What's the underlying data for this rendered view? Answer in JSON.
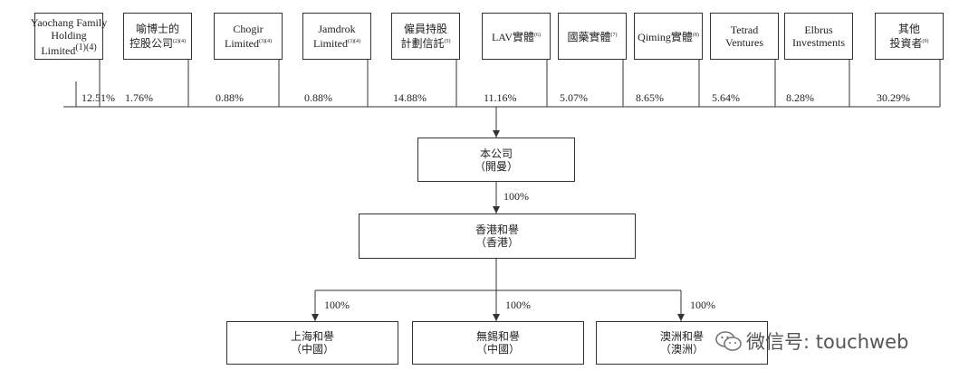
{
  "shareholders": [
    {
      "l1": "Yaochang Family",
      "l2": "Holding",
      "l3": "Limited",
      "note": "(1)(4)",
      "pct": "12.51%"
    },
    {
      "l1": "喻博士的",
      "l2": "控股公司",
      "note": "(2)(4)",
      "pct": "1.76%"
    },
    {
      "l1": "Chogir",
      "l2": "Limited",
      "note": "(3)(4)",
      "pct": "0.88%"
    },
    {
      "l1": "Jamdrok",
      "l2": "Limited",
      "note": "(3)(4)",
      "pct": "0.88%"
    },
    {
      "l1": "僱員持股",
      "l2": "計劃信託",
      "note": "(5)",
      "pct": "14.88%"
    },
    {
      "l1": "LAV實體",
      "l2": "",
      "note": "(6)",
      "pct": "11.16%"
    },
    {
      "l1": "國藥實體",
      "l2": "",
      "note": "(7)",
      "pct": "5.07%"
    },
    {
      "l1": "Qiming實體",
      "l2": "",
      "note": "(8)",
      "pct": "8.65%"
    },
    {
      "l1": "Tetrad",
      "l2": "Ventures",
      "note": "",
      "pct": "5.64%"
    },
    {
      "l1": "Elbrus",
      "l2": "Investments",
      "note": "",
      "pct": "8.28%"
    },
    {
      "l1": "其他",
      "l2": "投資者",
      "note": "(9)",
      "pct": "30.29%"
    }
  ],
  "company": {
    "name": "本公司",
    "jurisdiction": "（開曼）"
  },
  "hk_sub": {
    "name": "香港和譽",
    "jurisdiction": "（香港）",
    "pct": "100%"
  },
  "subsidiaries": [
    {
      "name": "上海和譽",
      "jurisdiction": "（中國）",
      "pct": "100%"
    },
    {
      "name": "無錫和譽",
      "jurisdiction": "（中國）",
      "pct": "100%"
    },
    {
      "name": "澳洲和譽",
      "jurisdiction": "（澳洲）",
      "pct": "100%"
    }
  ],
  "watermark": {
    "text": "微信号: touchweb",
    "icon": "wechat-icon"
  }
}
